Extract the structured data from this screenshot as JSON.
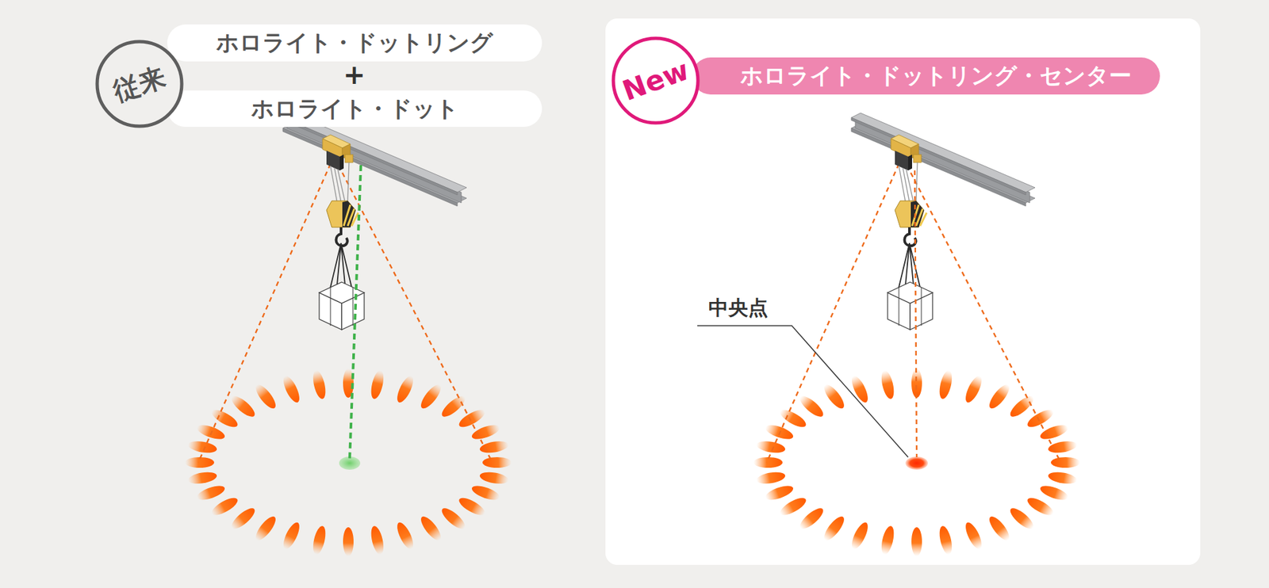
{
  "diagram": {
    "nodes": [
      {
        "text": [
          "従来"
        ]
      },
      {
        "text": [
          "ホロライト・ドットリング"
        ]
      },
      {
        "text": [
          "ホロライト・ドット"
        ]
      },
      {
        "text": [
          "New"
        ]
      },
      {
        "text": [
          "ホロライト・ドットリング・センター"
        ]
      }
    ],
    "labels": [
      "+",
      "中央点"
    ]
  }
}
